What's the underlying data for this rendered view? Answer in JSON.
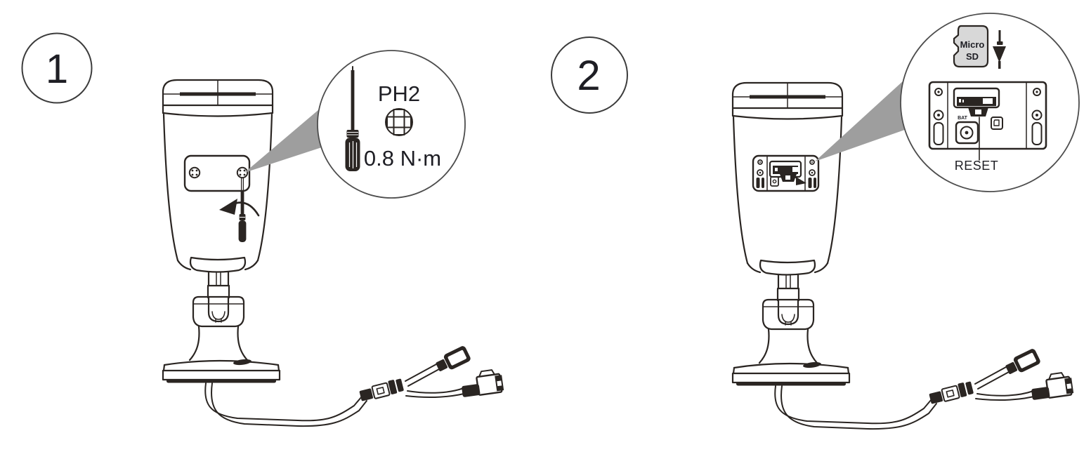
{
  "diagram": {
    "title": "camera-quick-start-installation-steps",
    "device": "bullet-camera-rear-view",
    "colors": {
      "background": "#ffffff",
      "line_color": "#2a2522",
      "text_color": "#1e1e24",
      "wedge_color": "#9e9e9e",
      "callout_border": "#4d4d4d",
      "sd_card_fill": "#d8d8d8"
    },
    "steps": [
      {
        "number": "1",
        "callout": {
          "tool_label": "PH2",
          "torque_label": "0.8 N·m",
          "icons": [
            "phillips-screwdriver-icon",
            "phillips-screw-head-icon"
          ]
        },
        "illustration_icons": [
          "screw-cover-panel",
          "panel-screw",
          "mini-screwdriver",
          "unscrew-rotation-arrow"
        ]
      },
      {
        "number": "2",
        "callout": {
          "card_label_line1": "Micro",
          "card_label_line2": "SD",
          "board_label": "BAT",
          "reset_label": "RESET",
          "icons": [
            "micro-sd-card-icon",
            "insert-down-arrow-icon",
            "open-compartment-detail",
            "reset-button"
          ]
        },
        "illustration_icons": [
          "open-compartment-panel",
          "sd-slot"
        ]
      }
    ]
  }
}
